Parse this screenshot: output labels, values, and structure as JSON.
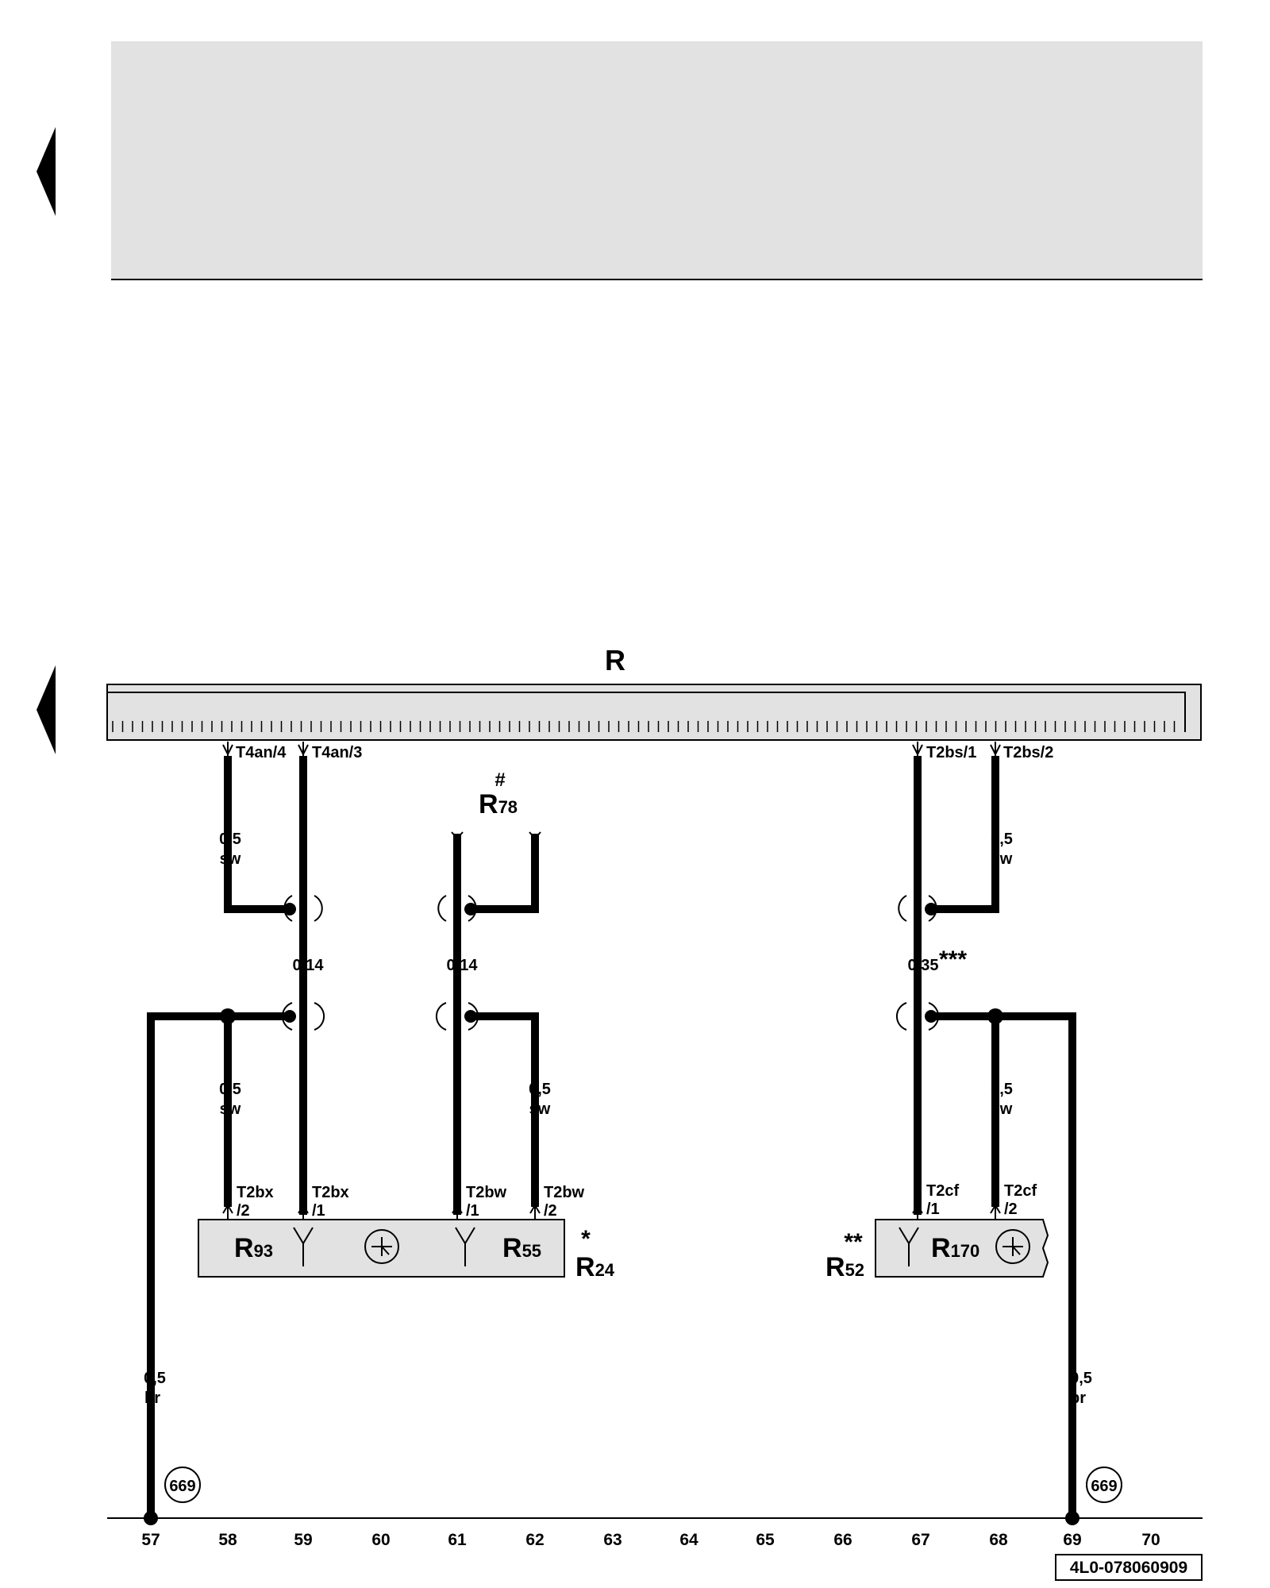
{
  "header": {},
  "component_main": {
    "label": "R"
  },
  "connectors_top": [
    "T4an/4",
    "T4an/3",
    "T2bs/1",
    "T2bs/2"
  ],
  "r78": {
    "prefix": "R",
    "sub": "78",
    "mark": "#"
  },
  "wire_specs": {
    "a": [
      "0,5",
      "sw"
    ],
    "b": [
      "0,5",
      "sw"
    ],
    "c": [
      "0,5",
      "sw"
    ],
    "d": [
      "0,5",
      "sw"
    ],
    "e": [
      "0,5",
      "sw"
    ],
    "f": [
      "0,5",
      "br"
    ],
    "g": [
      "0,5",
      "br"
    ]
  },
  "cross_sections": {
    "w59": "0,14",
    "w61": "0,14",
    "w67": "0,35",
    "w67_mark": "***"
  },
  "connectors_bottom": [
    [
      "T2bx",
      "/2"
    ],
    [
      "T2bx",
      "/1"
    ],
    [
      "T2bw",
      "/1"
    ],
    [
      "T2bw",
      "/2"
    ],
    [
      "T2cf",
      "/1"
    ],
    [
      "T2cf",
      "/2"
    ]
  ],
  "comp_r24": {
    "prefix": "R",
    "sub": "24",
    "mark": "*"
  },
  "comp_r93": {
    "prefix": "R",
    "sub": "93"
  },
  "comp_r55": {
    "prefix": "R",
    "sub": "55"
  },
  "comp_r52": {
    "prefix": "R",
    "sub": "52",
    "mark": "**"
  },
  "comp_r170": {
    "prefix": "R",
    "sub": "170"
  },
  "ground_ref": [
    "669",
    "669"
  ],
  "tracks": [
    "57",
    "58",
    "59",
    "60",
    "61",
    "62",
    "63",
    "64",
    "65",
    "66",
    "67",
    "68",
    "69",
    "70"
  ],
  "doc_code": "4L0-078060909",
  "colors": {
    "wire": "#000000",
    "component_fill": "#e2e2e2",
    "header_fill": "#e2e2e2"
  },
  "icons": [
    "nav-left-arrow-icon",
    "antenna-icon",
    "amplifier-icon"
  ]
}
